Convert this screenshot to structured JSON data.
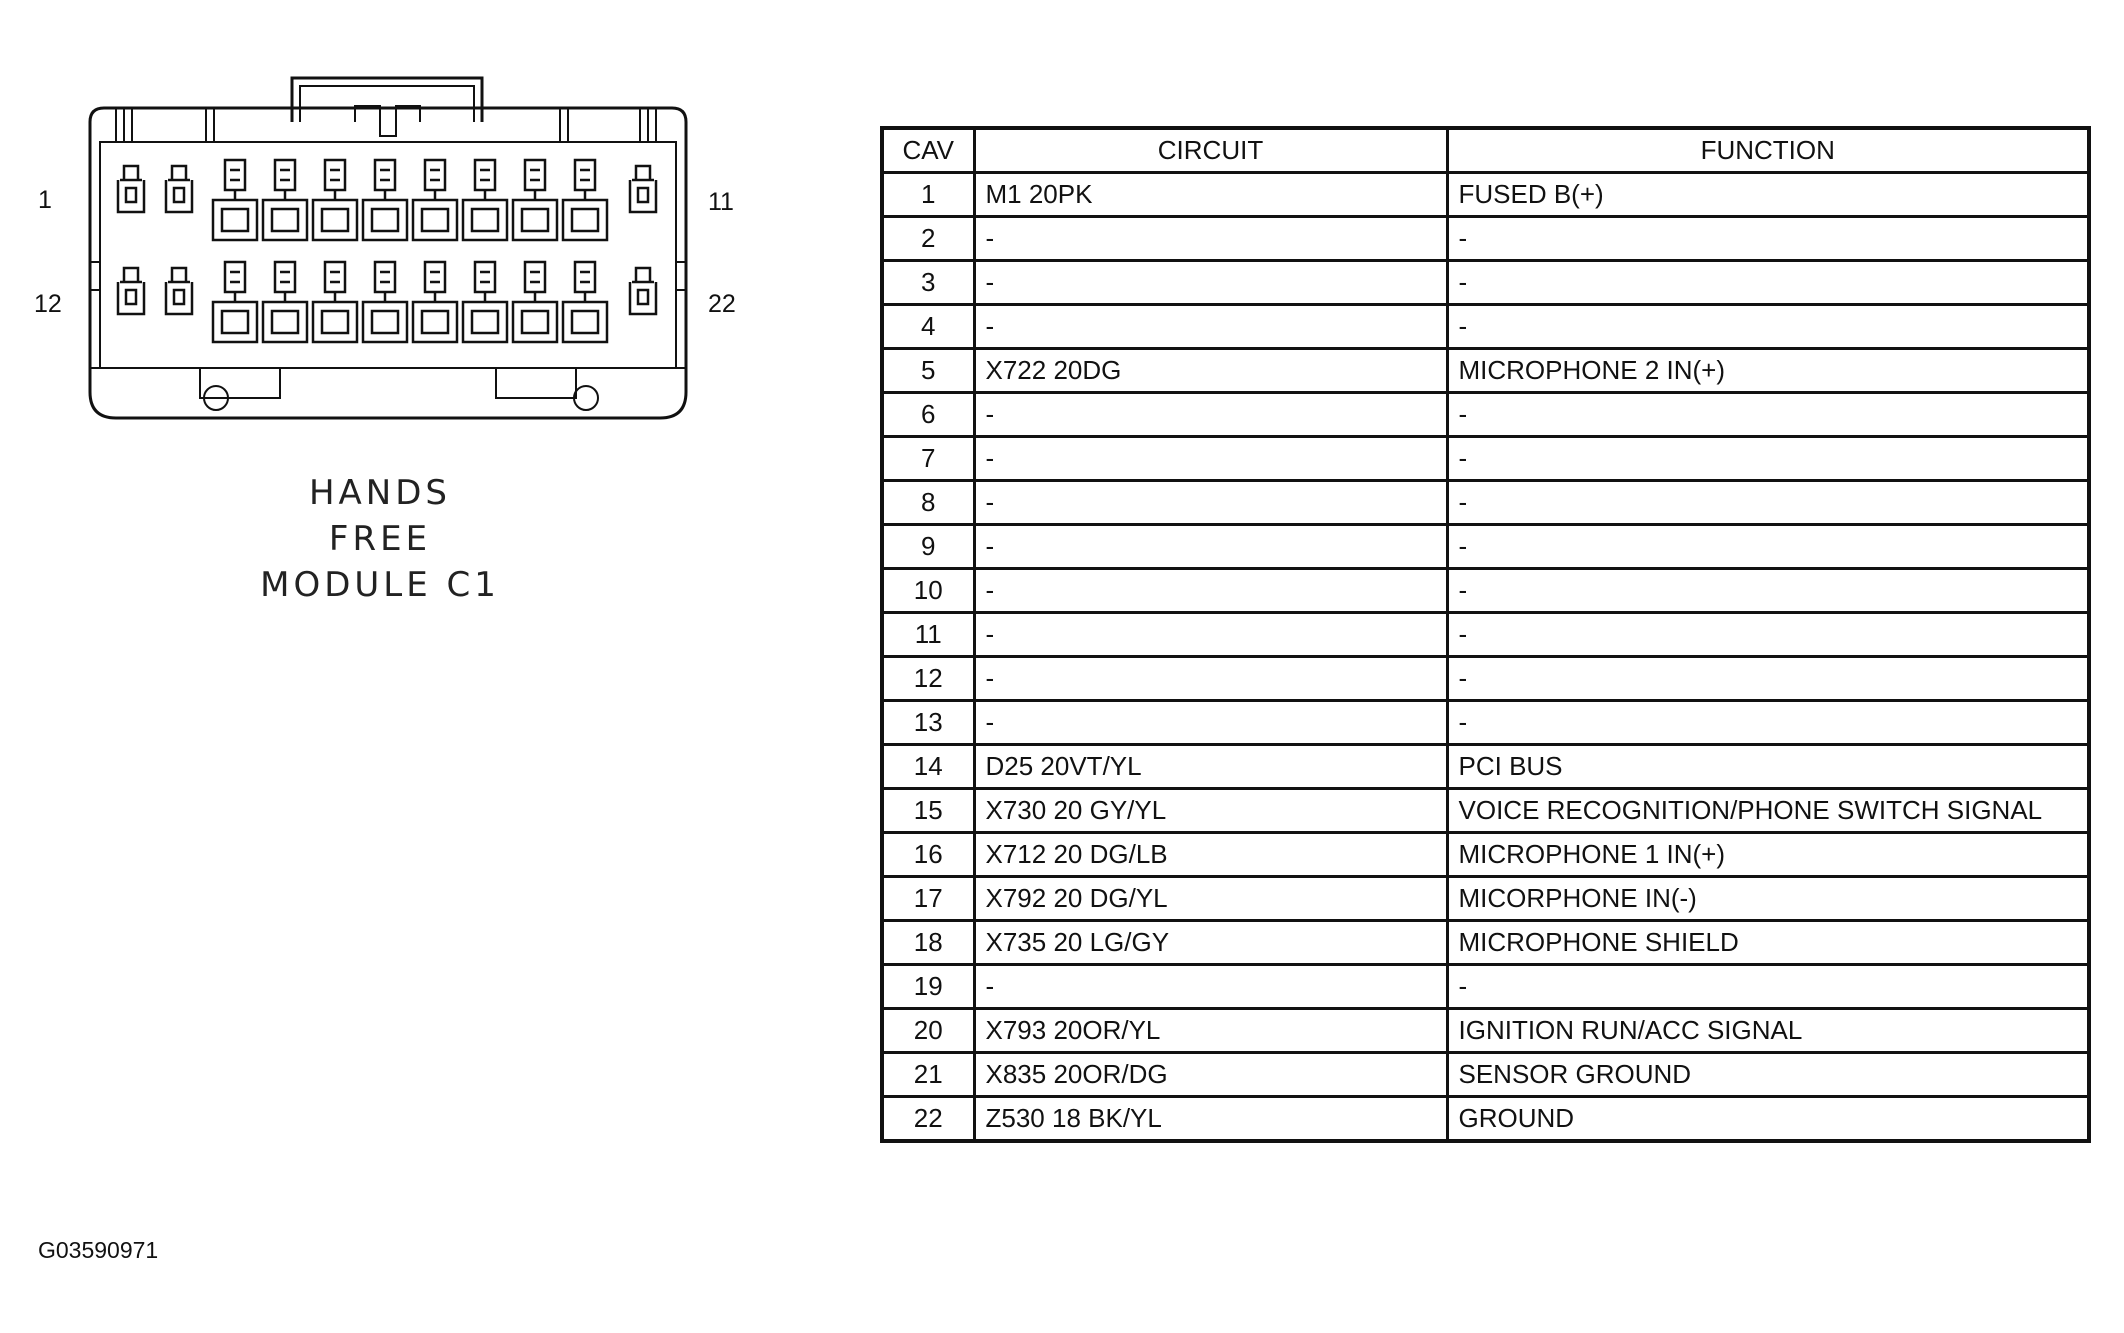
{
  "connector": {
    "title_lines": [
      "HANDS",
      "FREE",
      "MODULE C1"
    ],
    "pin_labels": {
      "top_left": "1",
      "top_right": "11",
      "bottom_left": "12",
      "bottom_right": "22"
    }
  },
  "figure_id": "G03590971",
  "table": {
    "headers": [
      "CAV",
      "CIRCUIT",
      "FUNCTION"
    ],
    "rows": [
      {
        "cav": "1",
        "circuit": "M1 20PK",
        "function": "FUSED B(+)"
      },
      {
        "cav": "2",
        "circuit": "-",
        "function": "-"
      },
      {
        "cav": "3",
        "circuit": "-",
        "function": "-"
      },
      {
        "cav": "4",
        "circuit": "-",
        "function": "-"
      },
      {
        "cav": "5",
        "circuit": "X722 20DG",
        "function": "MICROPHONE 2 IN(+)"
      },
      {
        "cav": "6",
        "circuit": "-",
        "function": "-"
      },
      {
        "cav": "7",
        "circuit": "-",
        "function": "-"
      },
      {
        "cav": "8",
        "circuit": "-",
        "function": "-"
      },
      {
        "cav": "9",
        "circuit": "-",
        "function": "-"
      },
      {
        "cav": "10",
        "circuit": "-",
        "function": "-"
      },
      {
        "cav": "11",
        "circuit": "-",
        "function": "-"
      },
      {
        "cav": "12",
        "circuit": "-",
        "function": "-"
      },
      {
        "cav": "13",
        "circuit": "-",
        "function": "-"
      },
      {
        "cav": "14",
        "circuit": "D25 20VT/YL",
        "function": "PCI BUS"
      },
      {
        "cav": "15",
        "circuit": "X730 20 GY/YL",
        "function": "VOICE RECOGNITION/PHONE SWITCH SIGNAL"
      },
      {
        "cav": "16",
        "circuit": "X712 20 DG/LB",
        "function": "MICROPHONE 1 IN(+)"
      },
      {
        "cav": "17",
        "circuit": "X792 20 DG/YL",
        "function": "MICORPHONE IN(-)"
      },
      {
        "cav": "18",
        "circuit": "X735 20 LG/GY",
        "function": "MICROPHONE SHIELD"
      },
      {
        "cav": "19",
        "circuit": "-",
        "function": "-"
      },
      {
        "cav": "20",
        "circuit": "X793 20OR/YL",
        "function": "IGNITION RUN/ACC SIGNAL"
      },
      {
        "cav": "21",
        "circuit": "X835 20OR/DG",
        "function": "SENSOR GROUND"
      },
      {
        "cav": "22",
        "circuit": "Z530 18 BK/YL",
        "function": "GROUND"
      }
    ]
  }
}
